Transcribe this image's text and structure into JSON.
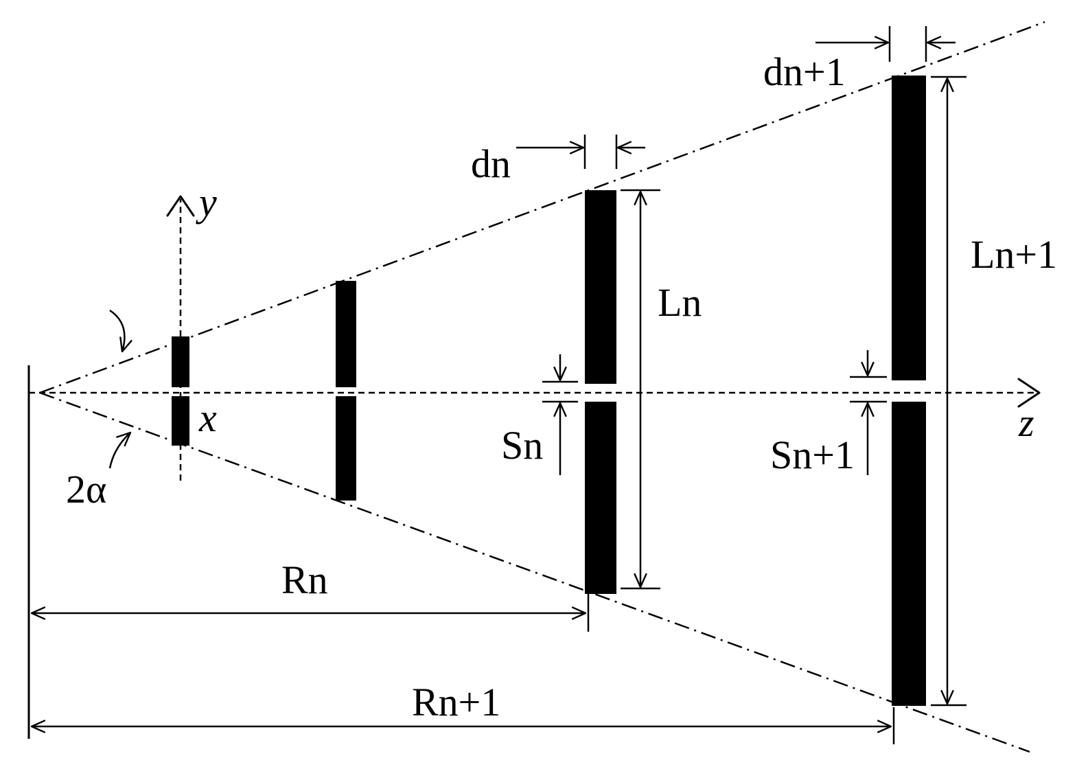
{
  "labels": {
    "y_axis": "y",
    "x_axis": "x",
    "z_axis": "z",
    "angle": "2α",
    "dn": "dn",
    "dn1": "dn+1",
    "Ln": "Ln",
    "Ln1": "Ln+1",
    "Sn": "Sn",
    "Sn1": "Sn+1",
    "Rn": "Rn",
    "Rn1": "Rn+1"
  },
  "colors": {
    "ink": "#000000",
    "background": "#ffffff"
  }
}
